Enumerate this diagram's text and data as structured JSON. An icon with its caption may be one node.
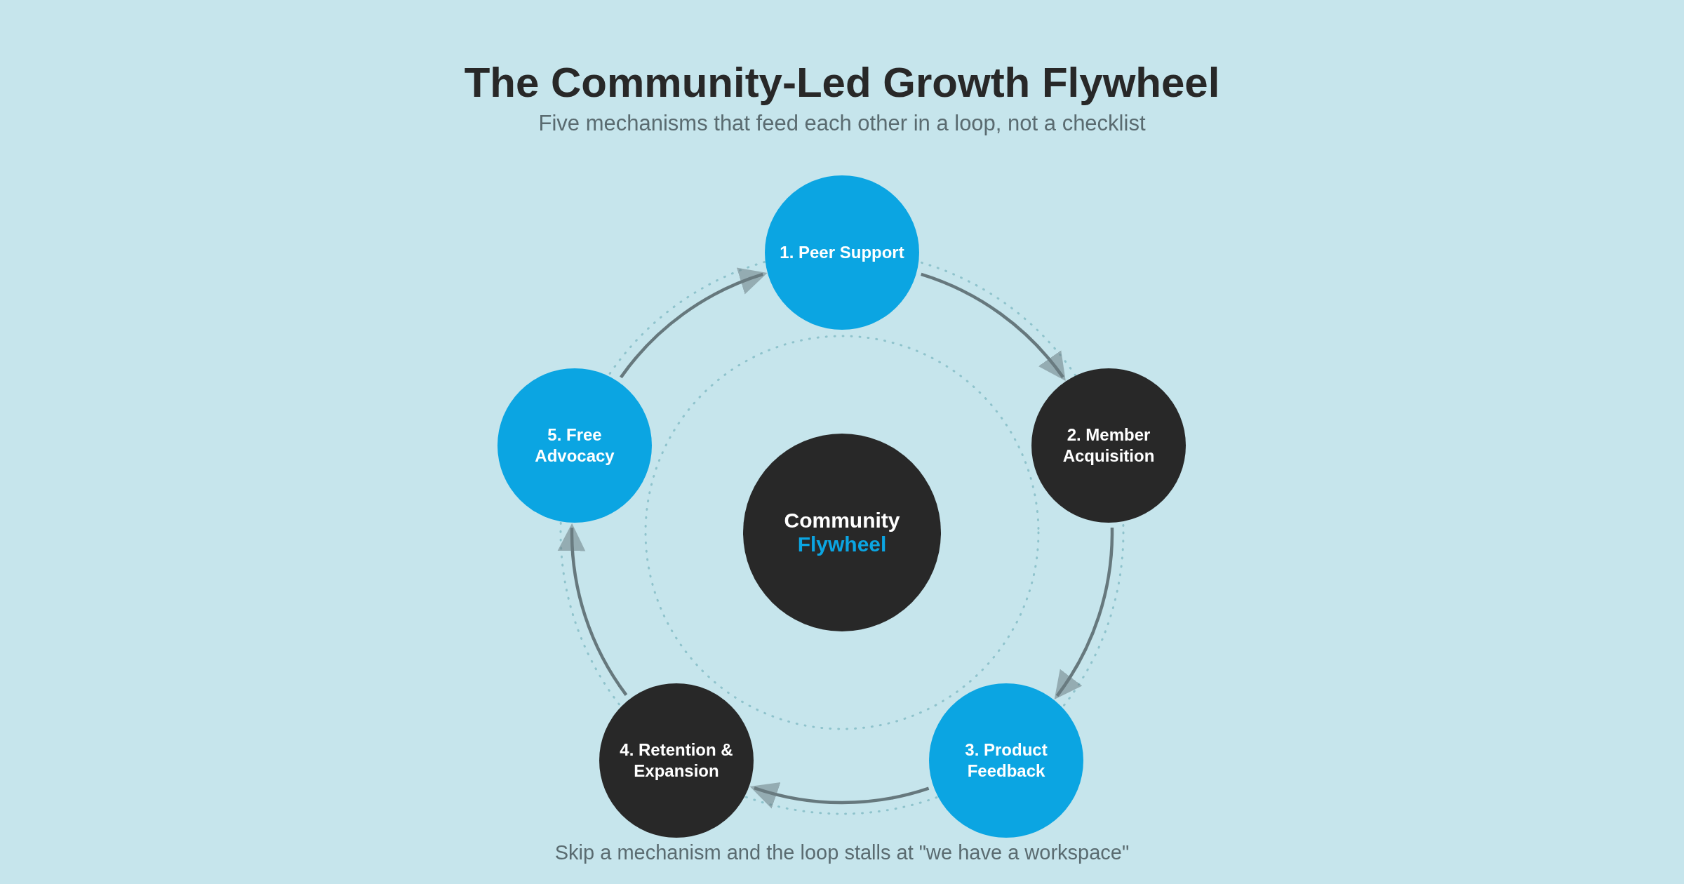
{
  "diagram": {
    "title": "The Community-Led Growth Flywheel",
    "caption": "Skip a mechanism and the loop stalls at \"we have a workspace\"",
    "nodes": [
      {
        "text": [
          "1. Peer Support"
        ]
      },
      {
        "text": [
          "2. Member Acquisition"
        ]
      },
      {
        "text": [
          "3. Product Feedback"
        ]
      },
      {
        "text": [
          "4. Retention & Expansion"
        ]
      },
      {
        "text": [
          "5. Free Advocacy"
        ]
      },
      {
        "text": [
          "Community",
          "Flywheel"
        ]
      }
    ],
    "edges": [
      {
        "from": 4,
        "to": 0,
        "arrow": "to"
      },
      {
        "from": 0,
        "to": 1,
        "arrow": "to"
      },
      {
        "from": 1,
        "to": 2,
        "arrow": "to"
      },
      {
        "from": 2,
        "to": 3,
        "arrow": "to"
      },
      {
        "from": 3,
        "to": 4,
        "arrow": "to"
      }
    ],
    "labels": [
      "Five mechanisms that feed each other in a loop, not a checklist"
    ]
  }
}
